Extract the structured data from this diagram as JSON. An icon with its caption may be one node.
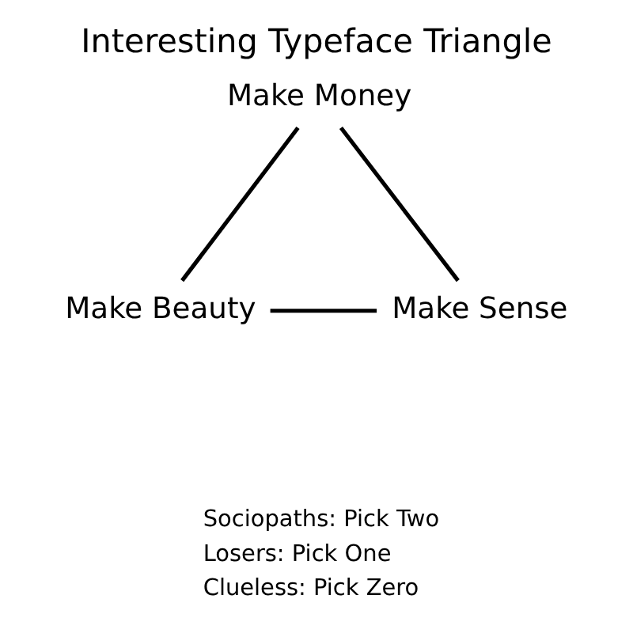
{
  "diagram": {
    "title": "Interesting Typeface Triangle",
    "nodes": [
      {
        "text": [
          "Make Money"
        ]
      },
      {
        "text": [
          "Make Beauty"
        ]
      },
      {
        "text": [
          "Make Sense"
        ]
      }
    ],
    "edges": [
      {
        "from": 0,
        "to": 1,
        "arrow": "none"
      },
      {
        "from": 1,
        "to": 2,
        "arrow": "none"
      },
      {
        "from": 2,
        "to": 0,
        "arrow": "none"
      }
    ],
    "labels": [
      "Sociopaths: Pick Two",
      "Losers: Pick One",
      "Clueless: Pick Zero"
    ]
  }
}
